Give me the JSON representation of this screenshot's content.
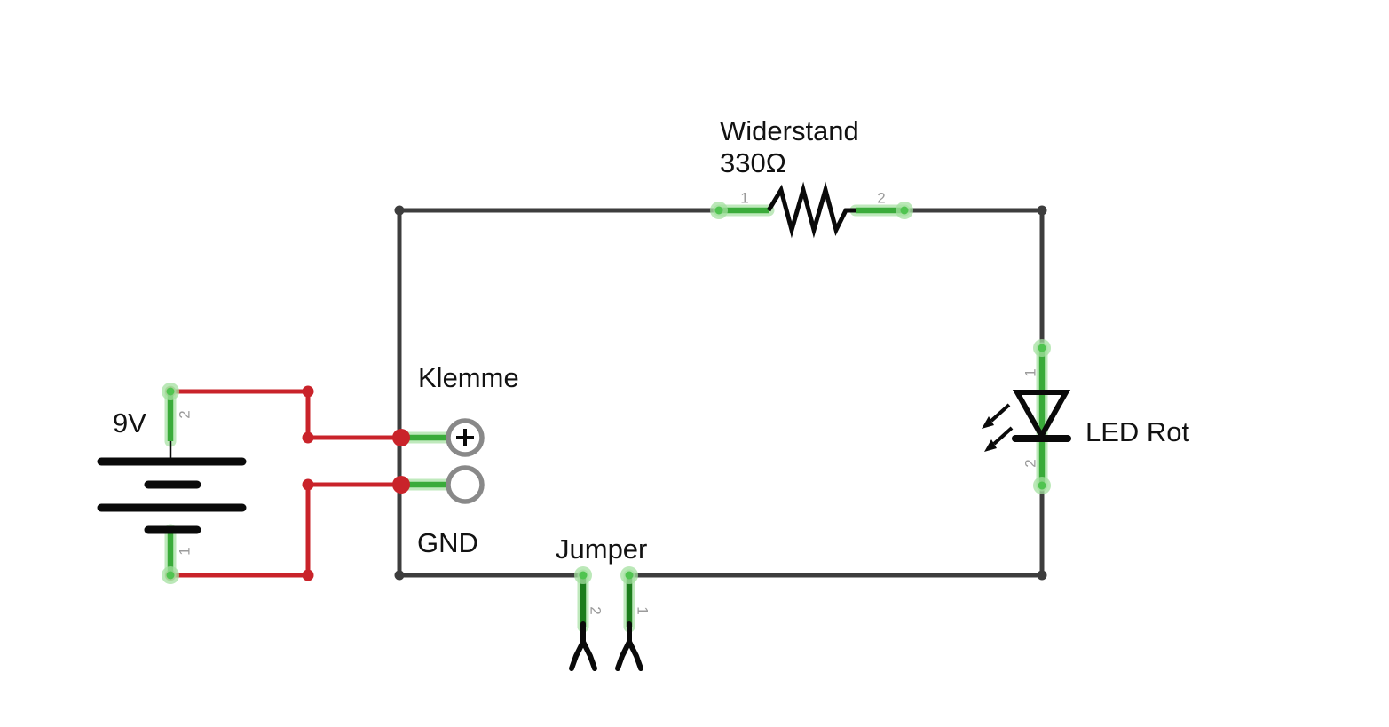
{
  "canvas": {
    "background": "#ffffff"
  },
  "colors": {
    "wire_gray": "#3d3d3d",
    "wire_red": "#c9232a",
    "lead_green": "#3aab3a",
    "stub_green": "#1c7d1c",
    "halo_green": "#a4e0a0",
    "glow_green": "#50c450",
    "pin_gray": "#9b9b9b",
    "ring_gray": "#898989",
    "sym_black": "#0a0a0a",
    "text_black": "#121212"
  },
  "components": {
    "battery": {
      "label": "9V",
      "pin_top": "2",
      "pin_bottom": "1"
    },
    "terminal": {
      "label": "Klemme",
      "gnd_label": "GND",
      "plus_sign": "+"
    },
    "resistor": {
      "name": "Widerstand",
      "value": "330Ω",
      "pin_left": "1",
      "pin_right": "2"
    },
    "led": {
      "label": "LED Rot",
      "pin_top": "1",
      "pin_bottom": "2"
    },
    "jumper": {
      "label": "Jumper",
      "pin_left": "2",
      "pin_right": "1"
    }
  }
}
